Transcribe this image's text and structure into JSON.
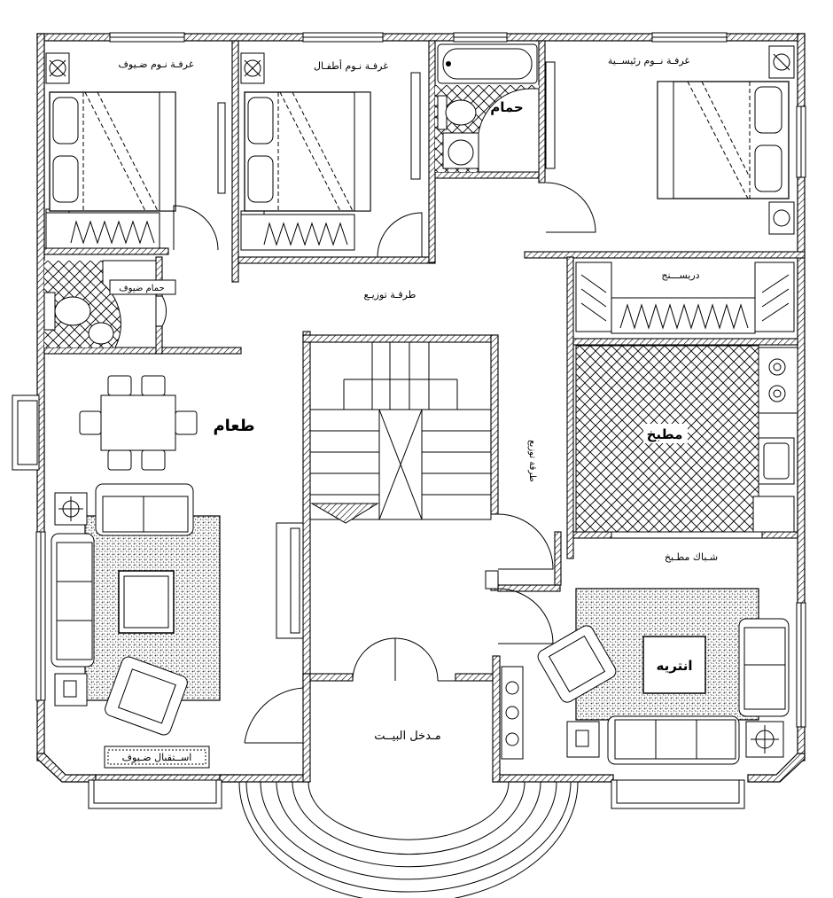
{
  "labels": {
    "guest_bedroom": "غرفـة نـوم ضـيوف",
    "kids_bedroom": "غرفـة نـوم أطفـال",
    "bathroom": "حمام",
    "master_bedroom": "غرفـة نــوم رئيســية",
    "guest_bathroom": "حمام ضيوف",
    "hallway": "طرقـة توزيـع",
    "dressing": "دريســـنج",
    "dining": "طعام",
    "kitchen": "مطبخ",
    "corridor": "طرقة توزيع",
    "kitchen_window": "شـباك مطـبخ",
    "living": "انتريه",
    "entrance": "مـدخل البيــت",
    "guest_reception": "اســتقبال ضـيوف"
  },
  "colors": {
    "wall": "#000000",
    "wall_hatch": "#555555",
    "floor": "#ffffff",
    "tile": "#000000"
  }
}
